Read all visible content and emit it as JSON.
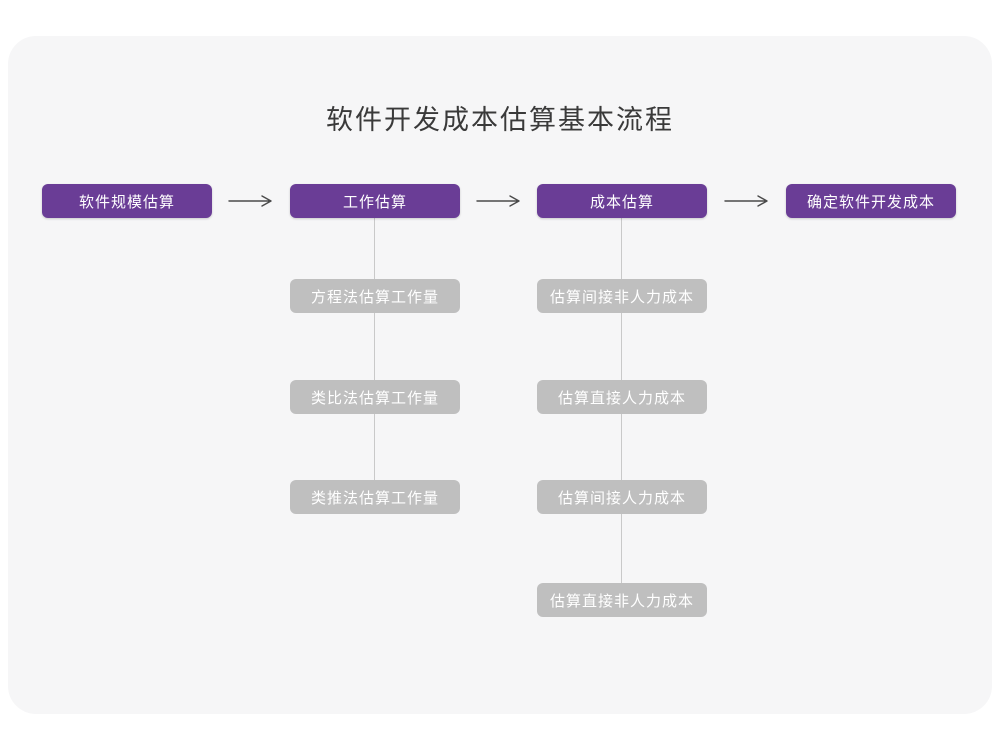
{
  "title": "软件开发成本估算基本流程",
  "colors": {
    "page_background": "#ffffff",
    "card_background": "#f6f6f7",
    "primary_box": "#6a3d96",
    "secondary_box": "#bfbfbf",
    "box_text": "#ffffff",
    "title_text": "#3a3a3a",
    "arrow": "#4a4a4a",
    "connector_line": "#c9c9c9"
  },
  "flow": {
    "main_steps": [
      {
        "label": "软件规模估算"
      },
      {
        "label": "工作估算"
      },
      {
        "label": "成本估算"
      },
      {
        "label": "确定软件开发成本"
      }
    ],
    "work_estimation_methods": [
      "方程法估算工作量",
      "类比法估算工作量",
      "类推法估算工作量"
    ],
    "cost_estimation_items": [
      "估算间接非人力成本",
      "估算直接人力成本",
      "估算间接人力成本",
      "估算直接非人力成本"
    ]
  }
}
